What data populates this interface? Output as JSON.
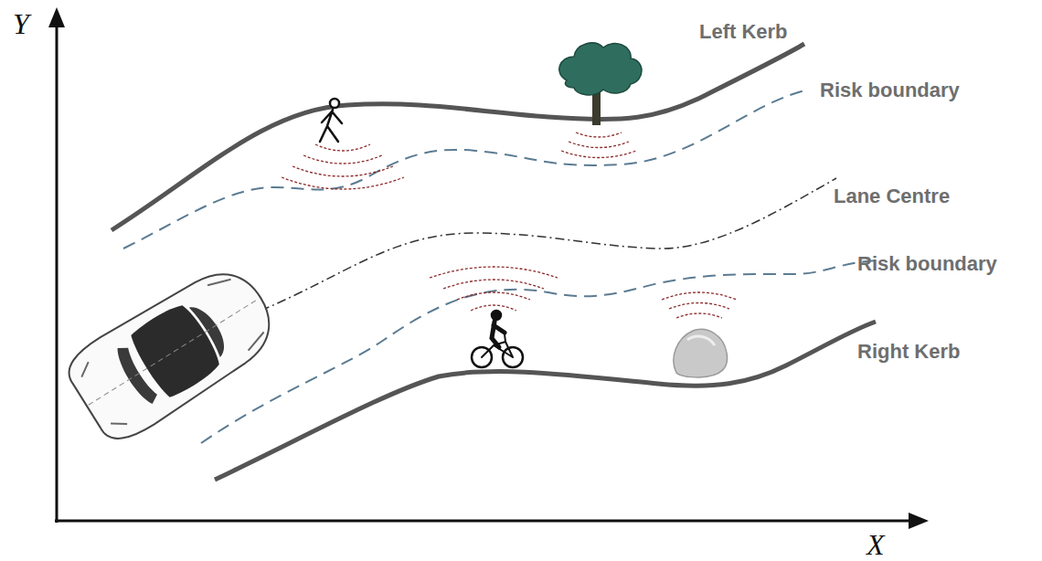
{
  "diagram": {
    "labels": [
      "Y",
      "X",
      "Left Kerb",
      "Risk boundary",
      "Lane Centre",
      "Risk boundary",
      "Right Kerb"
    ]
  }
}
